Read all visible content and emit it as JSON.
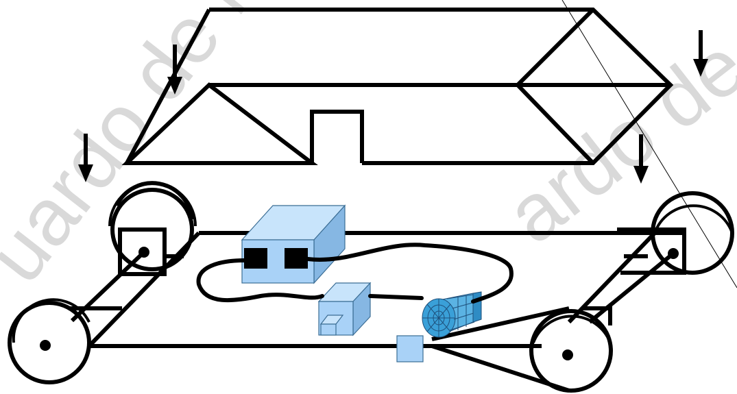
{
  "watermark": {
    "left_text": "uardo de la T",
    "right_text": "ardo de la",
    "color": "#d9d9d9"
  },
  "colors": {
    "line": "#000000",
    "component_fill": "#a9d2f7",
    "component_edge": "#3b6d94",
    "motor_fill": "#3aa0d8"
  },
  "arrows": [
    "down-arrow",
    "down-arrow",
    "down-arrow",
    "down-arrow"
  ]
}
